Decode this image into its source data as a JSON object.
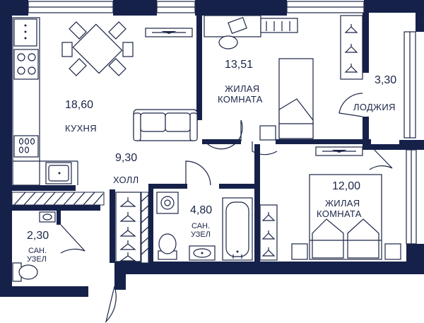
{
  "rooms": {
    "kitchen": {
      "area": "18,60",
      "name": "КУХНЯ"
    },
    "bedroom1": {
      "area": "13,51",
      "name_line1": "ЖИЛАЯ",
      "name_line2": "КОМНАТА"
    },
    "loggia": {
      "area": "3,30",
      "name": "ЛОДЖИЯ"
    },
    "hall": {
      "area": "9,30",
      "name": "ХОЛЛ"
    },
    "bathroom": {
      "area": "4,80",
      "name_line1": "САН.",
      "name_line2": "УЗЕЛ"
    },
    "bedroom2": {
      "area": "12,00",
      "name_line1": "ЖИЛАЯ",
      "name_line2": "КОМНАТА"
    },
    "wc": {
      "area": "2,30",
      "name_line1": "САН.",
      "name_line2": "УЗЕЛ"
    }
  },
  "colors": {
    "wall": "#16214a",
    "line": "#1b2547",
    "background": "#ffffff"
  },
  "icons": [
    "dining-table-icon",
    "sofa-icon",
    "stove-icon",
    "sink-icon",
    "bed-icon",
    "desk-icon",
    "hanger-icon",
    "bathtub-icon",
    "toilet-icon",
    "washbasin-icon",
    "washing-machine-icon"
  ]
}
